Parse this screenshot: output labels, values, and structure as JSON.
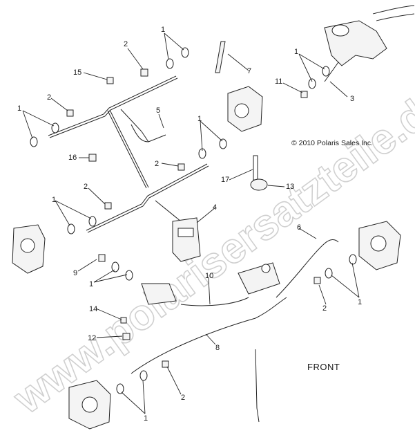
{
  "watermark": "www.polarisersatzteile.de",
  "copyright": "© 2010 Polaris Sales Inc.",
  "front_label": "FRONT",
  "callouts": {
    "c1_top": "1",
    "c2_top": "2",
    "c15": "15",
    "c7": "7",
    "c1_topright": "1",
    "c11": "11",
    "c3": "3",
    "c2_left": "2",
    "c1_left": "1",
    "c5": "5",
    "c1_mid": "1",
    "c16": "16",
    "c2_mid": "2",
    "c17": "17",
    "c13": "13",
    "c2_midleft": "2",
    "c1_lowleft": "1",
    "c4": "4",
    "c6": "6",
    "c9": "9",
    "c1_bottomleft": "1",
    "c10": "10",
    "c2_right": "2",
    "c1_right": "1",
    "c14": "14",
    "c12": "12",
    "c8": "8",
    "c2_bottom": "2",
    "c1_bottom": "1"
  }
}
